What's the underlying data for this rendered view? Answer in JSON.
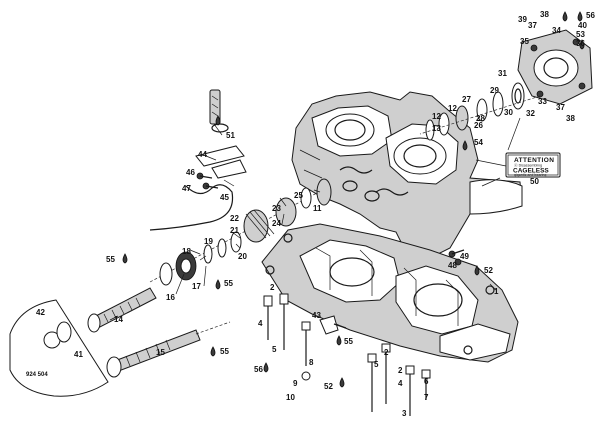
{
  "callouts": [
    {
      "id": "c1",
      "text": "1"
    },
    {
      "id": "c2a",
      "text": "2"
    },
    {
      "id": "c2b",
      "text": "2"
    },
    {
      "id": "c2c",
      "text": "2"
    },
    {
      "id": "c3",
      "text": "3"
    },
    {
      "id": "c4a",
      "text": "4"
    },
    {
      "id": "c4b",
      "text": "4"
    },
    {
      "id": "c5a",
      "text": "5"
    },
    {
      "id": "c5b",
      "text": "5"
    },
    {
      "id": "c6",
      "text": "6"
    },
    {
      "id": "c7",
      "text": "7"
    },
    {
      "id": "c8",
      "text": "8"
    },
    {
      "id": "c9",
      "text": "9"
    },
    {
      "id": "c10",
      "text": "10"
    },
    {
      "id": "c11",
      "text": "11"
    },
    {
      "id": "c12a",
      "text": "12"
    },
    {
      "id": "c12b",
      "text": "12"
    },
    {
      "id": "c13",
      "text": "13"
    },
    {
      "id": "c14",
      "text": "14"
    },
    {
      "id": "c15",
      "text": "15"
    },
    {
      "id": "c16",
      "text": "16"
    },
    {
      "id": "c17",
      "text": "17"
    },
    {
      "id": "c18",
      "text": "18"
    },
    {
      "id": "c19",
      "text": "19"
    },
    {
      "id": "c20",
      "text": "20"
    },
    {
      "id": "c21",
      "text": "21"
    },
    {
      "id": "c22",
      "text": "22"
    },
    {
      "id": "c23",
      "text": "23"
    },
    {
      "id": "c24",
      "text": "24"
    },
    {
      "id": "c25",
      "text": "25"
    },
    {
      "id": "c26",
      "text": "26"
    },
    {
      "id": "c27",
      "text": "27"
    },
    {
      "id": "c28",
      "text": "28"
    },
    {
      "id": "c29",
      "text": "29"
    },
    {
      "id": "c30",
      "text": "30"
    },
    {
      "id": "c31",
      "text": "31"
    },
    {
      "id": "c32",
      "text": "32"
    },
    {
      "id": "c33",
      "text": "33"
    },
    {
      "id": "c34",
      "text": "34"
    },
    {
      "id": "c35",
      "text": "35"
    },
    {
      "id": "c36",
      "text": "36"
    },
    {
      "id": "c37a",
      "text": "37"
    },
    {
      "id": "c37b",
      "text": "37"
    },
    {
      "id": "c38a",
      "text": "38"
    },
    {
      "id": "c38b",
      "text": "38"
    },
    {
      "id": "c39",
      "text": "39"
    },
    {
      "id": "c40",
      "text": "40"
    },
    {
      "id": "c41",
      "text": "41"
    },
    {
      "id": "c42",
      "text": "42"
    },
    {
      "id": "c43",
      "text": "43"
    },
    {
      "id": "c44",
      "text": "44"
    },
    {
      "id": "c45",
      "text": "45"
    },
    {
      "id": "c46",
      "text": "46"
    },
    {
      "id": "c47",
      "text": "47"
    },
    {
      "id": "c48",
      "text": "48"
    },
    {
      "id": "c49",
      "text": "49"
    },
    {
      "id": "c50",
      "text": "50"
    },
    {
      "id": "c51",
      "text": "51"
    },
    {
      "id": "c52a",
      "text": "52"
    },
    {
      "id": "c52b",
      "text": "52"
    },
    {
      "id": "c53",
      "text": "53"
    },
    {
      "id": "c54",
      "text": "54"
    },
    {
      "id": "c55a",
      "text": "55"
    },
    {
      "id": "c55b",
      "text": "55"
    },
    {
      "id": "c55c",
      "text": "55"
    },
    {
      "id": "c55d",
      "text": "55"
    },
    {
      "id": "c56a",
      "text": "56"
    },
    {
      "id": "c56b",
      "text": "56"
    }
  ],
  "attention_tag": {
    "title": "ATTENTION",
    "line1": "ⓔ Disassembling",
    "word": "CAGELESS",
    "line2": "gigantic and bearing"
  },
  "plate_code": "924 504"
}
